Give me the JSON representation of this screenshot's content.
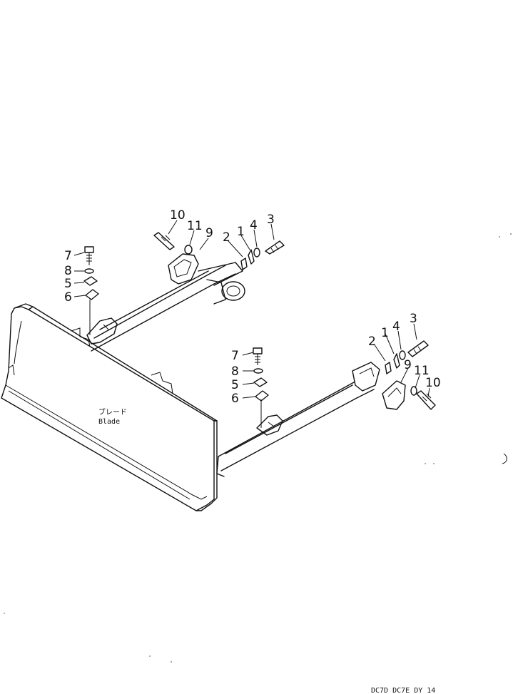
{
  "diagram": {
    "blade_label_jp": "ブレード",
    "blade_label_en": "Blade",
    "footer_code": "DC7D DC7E DY 14",
    "callouts_left": [
      "10",
      "11",
      "9",
      "2",
      "1",
      "4",
      "3",
      "7",
      "8",
      "5",
      "6"
    ],
    "callouts_right": [
      "3",
      "4",
      "1",
      "2",
      "9",
      "11",
      "10",
      "7",
      "8",
      "5",
      "6"
    ]
  }
}
